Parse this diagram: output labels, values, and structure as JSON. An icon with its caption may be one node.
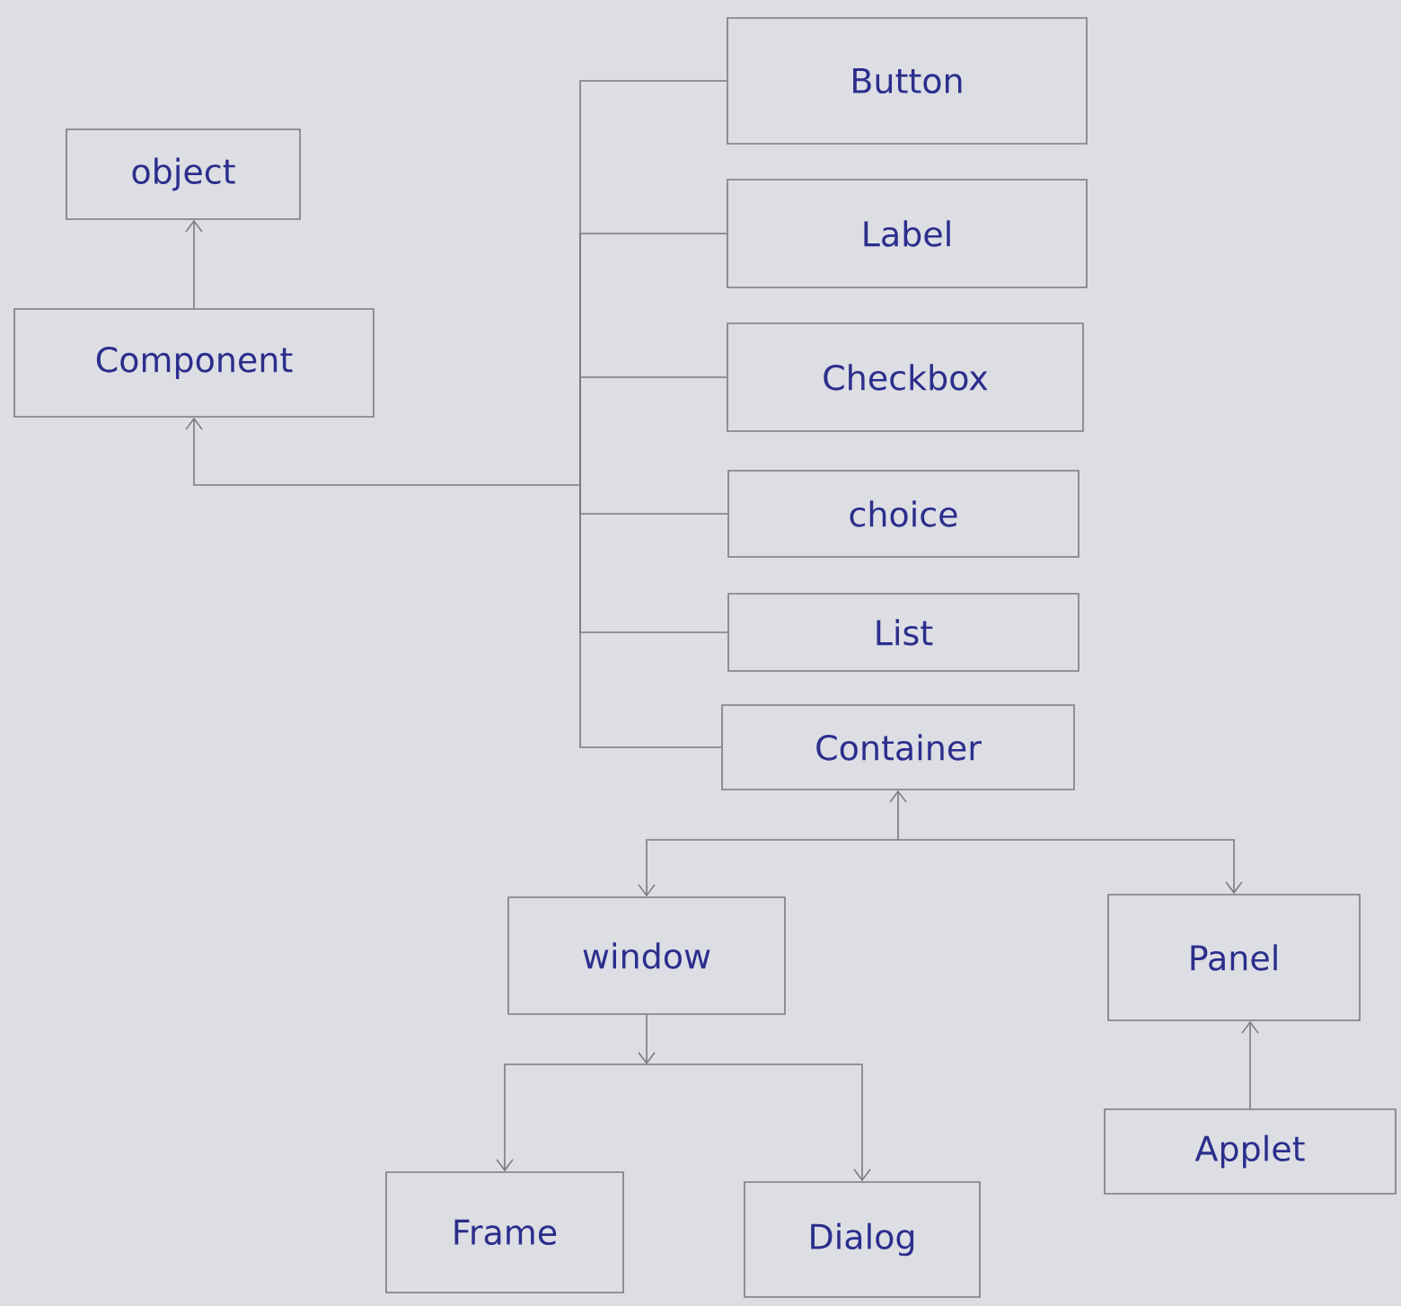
{
  "diagram": {
    "nodes": [
      {
        "text": [
          "object"
        ]
      },
      {
        "text": [
          "Component"
        ]
      },
      {
        "text": [
          "Button"
        ]
      },
      {
        "text": [
          "Label"
        ]
      },
      {
        "text": [
          "Checkbox"
        ]
      },
      {
        "text": [
          "choice"
        ]
      },
      {
        "text": [
          "List"
        ]
      },
      {
        "text": [
          "Container"
        ]
      },
      {
        "text": [
          "window"
        ]
      },
      {
        "text": [
          "Panel"
        ]
      },
      {
        "text": [
          "Frame"
        ]
      },
      {
        "text": [
          "Dialog"
        ]
      },
      {
        "text": [
          "Applet"
        ]
      }
    ],
    "edges": [
      {
        "from": 1,
        "to": 0,
        "arrow": "to"
      },
      {
        "from": 2,
        "to": 1,
        "arrow": "to"
      },
      {
        "from": 3,
        "to": 1,
        "arrow": "to"
      },
      {
        "from": 4,
        "to": 1,
        "arrow": "to"
      },
      {
        "from": 5,
        "to": 1,
        "arrow": "to"
      },
      {
        "from": 6,
        "to": 1,
        "arrow": "to"
      },
      {
        "from": 7,
        "to": 1,
        "arrow": "to"
      },
      {
        "from": 7,
        "to": 8,
        "arrow": "both"
      },
      {
        "from": 7,
        "to": 9,
        "arrow": "both"
      },
      {
        "from": 8,
        "to": 10,
        "arrow": "to"
      },
      {
        "from": 8,
        "to": 11,
        "arrow": "to"
      },
      {
        "from": 12,
        "to": 9,
        "arrow": "to"
      }
    ]
  }
}
